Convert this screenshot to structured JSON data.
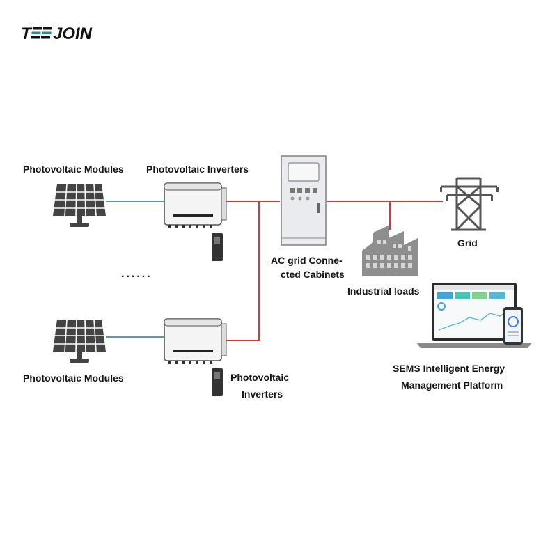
{
  "brand": {
    "logo_text": "TEEJOIN",
    "logo_color": "#111111",
    "accent_color": "#2e8b8b"
  },
  "labels": {
    "pv_modules_top": "Photovoltaic Modules",
    "pv_inverters_top": "Photovoltaic Inverters",
    "pv_modules_bottom": "Photovoltaic Modules",
    "pv_inverters_bottom_line1": "Photovoltaic",
    "pv_inverters_bottom_line2": "Inverters",
    "ac_cabinet_line1": "AC grid Conne-",
    "ac_cabinet_line2": "cted Cabinets",
    "industrial_loads": "Industrial loads",
    "grid": "Grid",
    "sems_line1": "SEMS Intelligent Energy",
    "sems_line2": "Management Platform",
    "ellipsis": "......"
  },
  "colors": {
    "dc_line": "#4a9bd0",
    "ac_line": "#d9363a",
    "equipment_gray": "#555555",
    "cabinet_fill": "#e9ebee",
    "inverter_fill": "#f4f4f4"
  },
  "icons": {
    "solar_panel": "solar-panel-icon",
    "inverter": "inverter-icon",
    "dc_switch": "dc-isolator-icon",
    "cabinet": "ac-cabinet-icon",
    "factory": "factory-icon",
    "pylon": "transmission-tower-icon",
    "laptop": "laptop-icon",
    "phone": "smartphone-icon"
  }
}
